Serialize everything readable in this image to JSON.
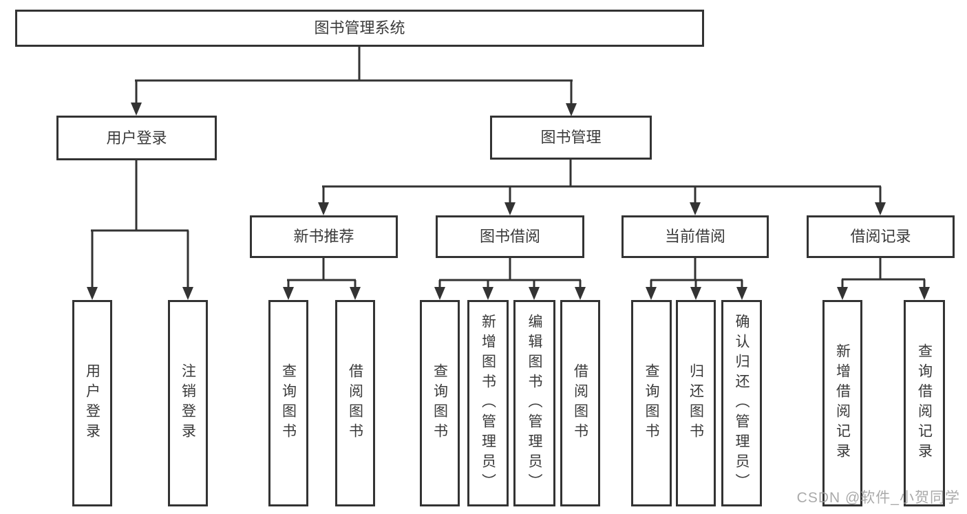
{
  "root": {
    "label": "图书管理系统"
  },
  "level2": {
    "user_login": {
      "label": "用户登录",
      "parent": "图书管理系统"
    },
    "book_management": {
      "label": "图书管理",
      "parent": "图书管理系统"
    }
  },
  "level3": {
    "new_book_recommendation": {
      "label": "新书推荐",
      "parent": "图书管理"
    },
    "book_borrowing": {
      "label": "图书借阅",
      "parent": "图书管理"
    },
    "current_borrowing": {
      "label": "当前借阅",
      "parent": "图书管理"
    },
    "borrowing_records": {
      "label": "借阅记录",
      "parent": "图书管理"
    }
  },
  "leaves": [
    {
      "label": "用户登录",
      "parent": "用户登录"
    },
    {
      "label": "注销登录",
      "parent": "用户登录"
    },
    {
      "label": "查询图书",
      "parent": "新书推荐"
    },
    {
      "label": "借阅图书",
      "parent": "新书推荐"
    },
    {
      "label": "查询图书",
      "parent": "图书借阅"
    },
    {
      "label": "新增图书（管理员）",
      "parent": "图书借阅"
    },
    {
      "label": "编辑图书（管理员）",
      "parent": "图书借阅"
    },
    {
      "label": "借阅图书",
      "parent": "图书借阅"
    },
    {
      "label": "查询图书",
      "parent": "当前借阅"
    },
    {
      "label": "归还图书",
      "parent": "当前借阅"
    },
    {
      "label": "确认归还（管理员）",
      "parent": "当前借阅"
    },
    {
      "label": "新增借阅记录",
      "parent": "借阅记录"
    },
    {
      "label": "查询借阅记录",
      "parent": "借阅记录"
    }
  ],
  "watermark": {
    "text": "CSDN @软件_小贺同学"
  },
  "colors": {
    "line": "#333333",
    "box_border": "#333333",
    "box_fill": "#ffffff",
    "text": "#3a3a3a",
    "watermark": "#a3a3a3",
    "background": "#ffffff"
  }
}
